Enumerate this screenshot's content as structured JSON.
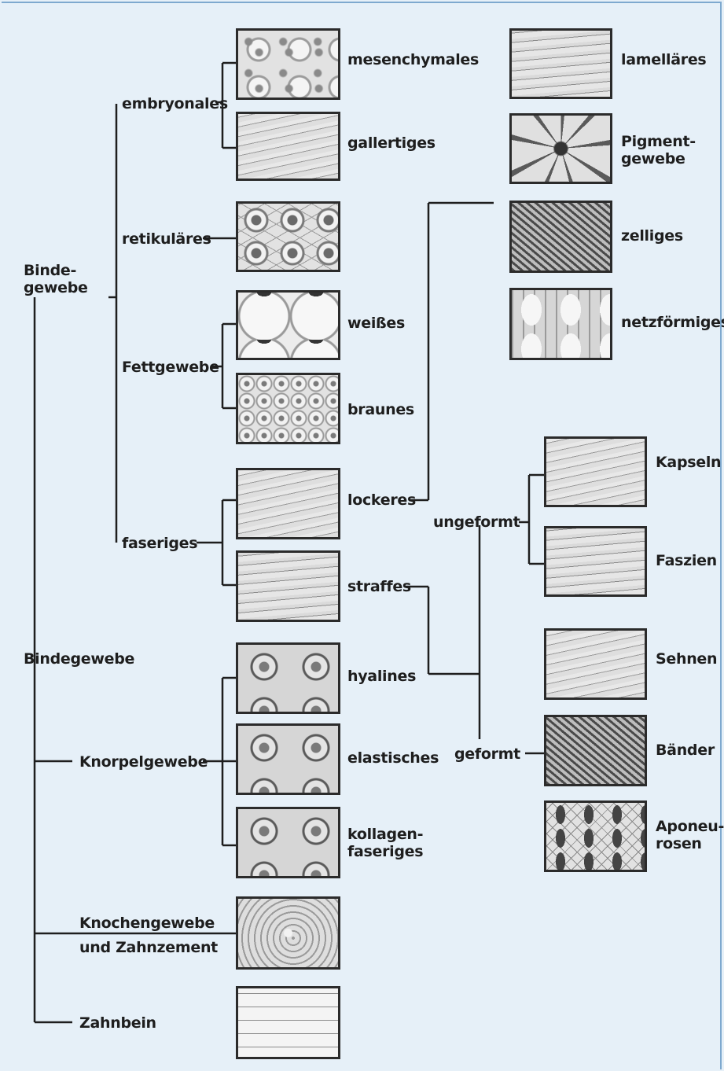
{
  "diagram": {
    "labels": {
      "root": "Bindegewebe",
      "bindegewebe_sub": "Binde-\ngewebe",
      "embryonales": "embryonales",
      "mesenchymales": "mesenchymales",
      "gallertiges": "gallertiges",
      "retikulares": "retikuläres",
      "fettgewebe": "Fettgewebe",
      "weisses": "weißes",
      "braunes": "braunes",
      "faseriges": "faseriges",
      "lockeres": "lockeres",
      "straffes": "straffes",
      "lamellares": "lamelläres",
      "pigmentgewebe": "Pigment-\ngewebe",
      "zelliges": "zelliges",
      "netzformiges": "netzförmiges",
      "ungeformt": "ungeformt",
      "kapseln": "Kapseln",
      "faszien": "Faszien",
      "geformt": "geformt",
      "sehnen": "Sehnen",
      "bander": "Bänder",
      "aponeurosen": "Aponeu-\nrosen",
      "knorpelgewebe": "Knorpelgewebe",
      "hyalines": "hyalines",
      "elastisches": "elastisches",
      "kollagenfaseriges": "kollagen-\nfaseriges",
      "knochengewebe": "Knochengewebe\nund Zahnzement",
      "zahnbein": "Zahnbein"
    },
    "colors": {
      "background": "#e6f0f8",
      "frame": "#7ea9cf",
      "line": "#1e1e1e",
      "text": "#1e1e1e"
    }
  }
}
